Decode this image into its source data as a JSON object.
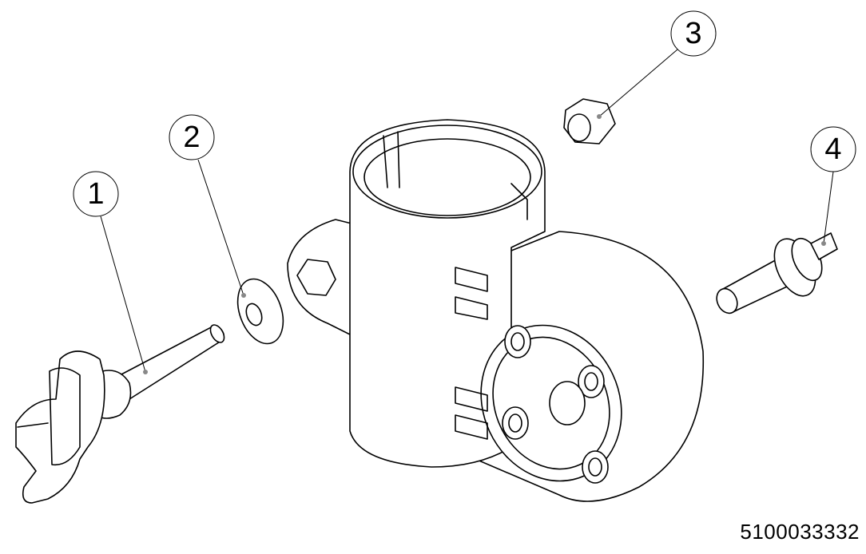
{
  "diagram": {
    "callouts": [
      {
        "label": "1",
        "part": "wing-knob-bolt"
      },
      {
        "label": "2",
        "part": "washer"
      },
      {
        "label": "3",
        "part": "hex-nut"
      },
      {
        "label": "4",
        "part": "pin"
      }
    ],
    "part_number": "5100033332",
    "colors": {
      "line": "#000000",
      "background": "#ffffff",
      "leader_dot": "#888888"
    }
  }
}
